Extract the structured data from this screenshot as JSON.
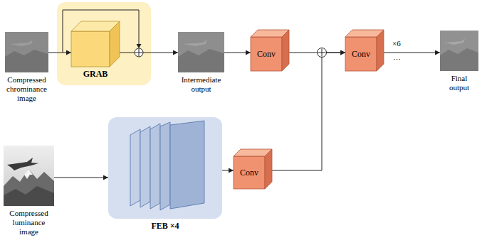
{
  "diagram": {
    "nodes": [
      {
        "text": [
          "Compressed chrominance image"
        ]
      },
      {
        "text": [
          "GRAB"
        ]
      },
      {
        "text": [
          "Intermediate output"
        ]
      },
      {
        "text": [
          "Conv"
        ]
      },
      {
        "text": [
          "Conv"
        ]
      },
      {
        "text": [
          "Final output"
        ]
      },
      {
        "text": [
          "Compressed luminance image"
        ]
      },
      {
        "text": [
          "FEB ×4"
        ]
      },
      {
        "text": [
          "Conv"
        ]
      }
    ],
    "edges": [
      {
        "from": 0,
        "to": 1,
        "arrow": "to"
      },
      {
        "from": 1,
        "to": 2,
        "arrow": "to"
      },
      {
        "from": 2,
        "to": 3,
        "arrow": "to"
      },
      {
        "from": 3,
        "to": 4,
        "arrow": "to"
      },
      {
        "from": 8,
        "to": 4,
        "arrow": "to"
      },
      {
        "from": 4,
        "to": 5,
        "arrow": "to"
      },
      {
        "from": 6,
        "to": 7,
        "arrow": "to"
      },
      {
        "from": 7,
        "to": 8,
        "arrow": "to"
      }
    ],
    "labels": [
      "×6",
      "···"
    ]
  }
}
